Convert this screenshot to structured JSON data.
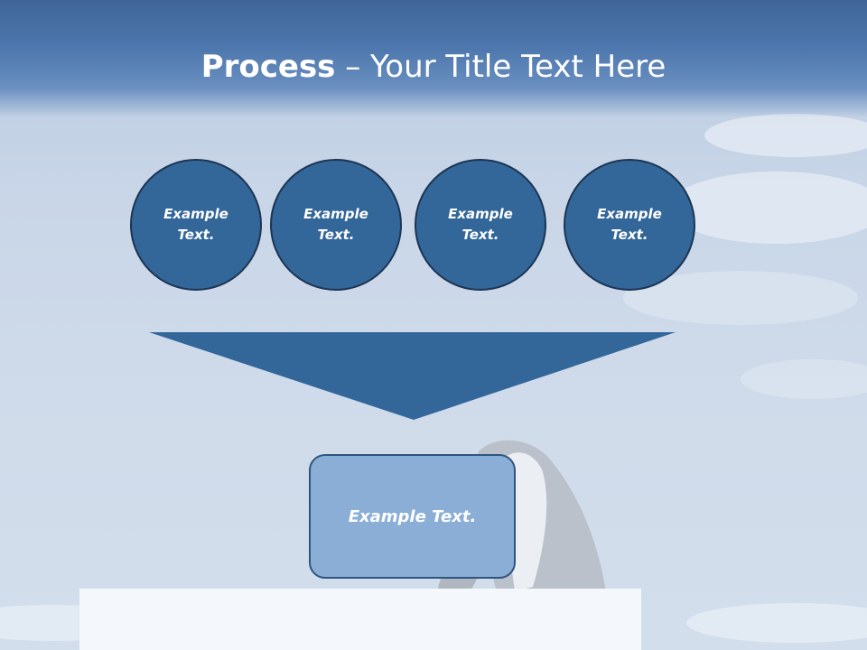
{
  "slide": {
    "title_strong": "Process",
    "title_rest": " – Your Title Text Here",
    "circles": [
      {
        "line1": "Example",
        "line2": "Text."
      },
      {
        "line1": "Example",
        "line2": "Text."
      },
      {
        "line1": "Example",
        "line2": "Text."
      },
      {
        "line1": "Example",
        "line2": "Text."
      }
    ],
    "box_text": "Example Text."
  },
  "colors": {
    "accent_blue": "#336699",
    "circle_border": "#1c3553",
    "box_fill": "#8aaed6",
    "header": "#4d77ad"
  }
}
